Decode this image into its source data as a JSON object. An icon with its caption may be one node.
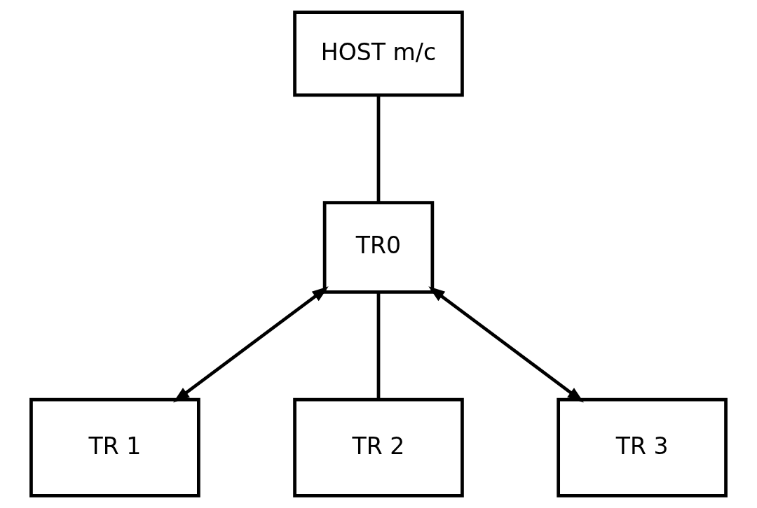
{
  "diagram": {
    "nodes": [
      {
        "text": [
          "HOST m/c"
        ]
      },
      {
        "text": [
          "TR0"
        ]
      },
      {
        "text": [
          "TR 1"
        ]
      },
      {
        "text": [
          "TR 2"
        ]
      },
      {
        "text": [
          "TR 3"
        ]
      }
    ],
    "edges": [
      {
        "from": 0,
        "to": 1,
        "arrow": "none"
      },
      {
        "from": 1,
        "to": 2,
        "arrow": "both"
      },
      {
        "from": 1,
        "to": 3,
        "arrow": "none"
      },
      {
        "from": 1,
        "to": 4,
        "arrow": "both"
      }
    ]
  }
}
